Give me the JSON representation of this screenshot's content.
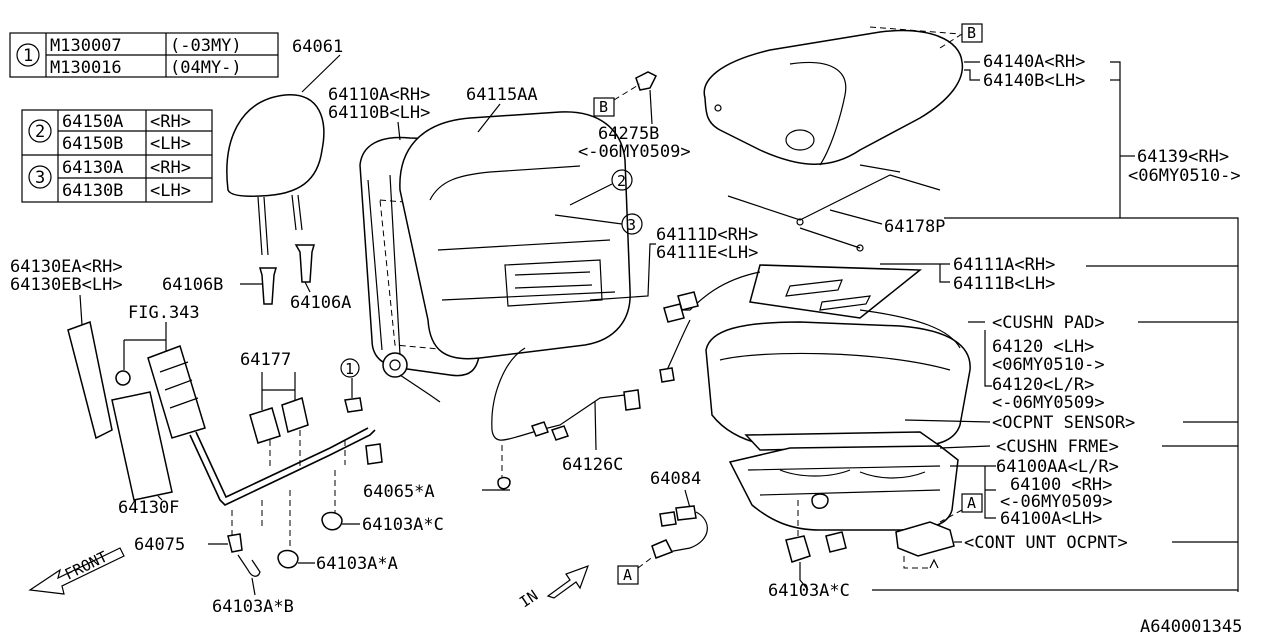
{
  "tables": {
    "t1": {
      "callout": "1",
      "rows": [
        {
          "part": "M130007",
          "note": "(-03MY)"
        },
        {
          "part": "M130016",
          "note": "(04MY-)"
        }
      ]
    },
    "t2": {
      "callout": "2",
      "rows": [
        {
          "part": "64150A",
          "note": "<RH>"
        },
        {
          "part": "64150B",
          "note": "<LH>"
        }
      ]
    },
    "t3": {
      "callout": "3",
      "rows": [
        {
          "part": "64130A",
          "note": "<RH>"
        },
        {
          "part": "64130B",
          "note": "<LH>"
        }
      ]
    }
  },
  "labels": {
    "p64061": "64061",
    "p64110a": "64110A<RH>",
    "p64110b": "64110B<LH>",
    "p64115aa": "64115AA",
    "p64275b": "64275B",
    "p64275b_note": "<-06MY0509>",
    "p64130ea": "64130EA<RH>",
    "p64130eb": "64130EB<LH>",
    "p64106b": "64106B",
    "p64106a": "64106A",
    "fig343": "FIG.343",
    "p64177": "64177",
    "p64130f": "64130F",
    "p64075": "64075",
    "p64103a_b": "64103A*B",
    "p64103a_a": "64103A*A",
    "p64103a_c1": "64103A*C",
    "p64065a": "64065*A",
    "p64126c": "64126C",
    "p64084": "64084",
    "p64111d": "64111D<RH>",
    "p64111e": "64111E<LH>",
    "p64140a": "64140A<RH>",
    "p64140b": "64140B<LH>",
    "p64139": "64139<RH>",
    "p64139_note": "<06MY0510->",
    "p64178p": "64178P",
    "p64111a": "64111A<RH>",
    "p64111b": "64111B<LH>",
    "cushn_pad": "<CUSHN PAD>",
    "p64120lh": "64120 <LH>",
    "p64120lh_note": "<06MY0510->",
    "p64120lr": "64120<L/R>",
    "p64120lr_note": "<-06MY0509>",
    "ocpnt_sensor": "<OCPNT SENSOR>",
    "cushn_frme": "<CUSHN FRME>",
    "p64100aa": "64100AA<L/R>",
    "p64100": "64100 <RH>",
    "p64100_note": "<-06MY0509>",
    "p64100a": "64100A<LH>",
    "cont_unt": "<CONT UNT OCPNT>",
    "p64103a_c2": "64103A*C",
    "front": "FRONT",
    "in": "IN",
    "diagram_id": "A640001345"
  },
  "callouts": {
    "c1": "1",
    "c2": "2",
    "c3": "3"
  },
  "refs": {
    "a1": "A",
    "a2": "A",
    "b1": "B",
    "b2": "B"
  }
}
